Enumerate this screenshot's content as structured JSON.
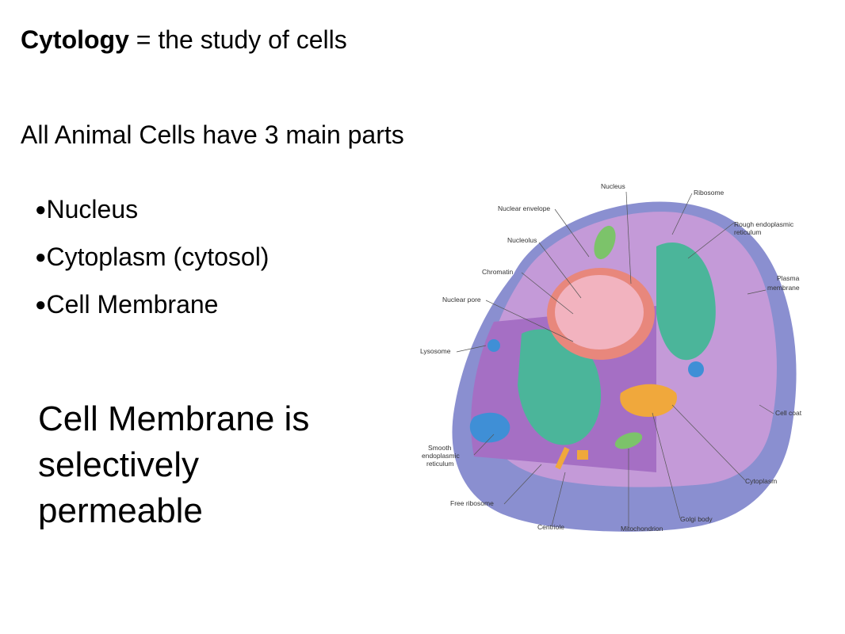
{
  "heading": {
    "term": "Cytology",
    "definition": " = the study of cells"
  },
  "subheading": "All Animal Cells have 3 main parts",
  "bullet_glyph": "●",
  "parts": [
    "Nucleus",
    "Cytoplasm (cytosol)",
    "Cell Membrane"
  ],
  "statement": {
    "line1": "Cell Membrane is",
    "line2": "selectively",
    "line3": "permeable"
  },
  "diagram": {
    "labels": {
      "nucleus": "Nucleus",
      "nuclear_envelope": "Nuclear envelope",
      "nucleolus": "Nucleolus",
      "chromatin": "Chromatin",
      "nuclear_pore": "Nuclear pore",
      "lysosome": "Lysosome",
      "smooth_er_1": "Smooth",
      "smooth_er_2": "endoplasmic",
      "smooth_er_3": "reticulum",
      "free_ribosome": "Free ribosome",
      "centriole": "Centriole",
      "mitochondrion": "Mitochondrion",
      "golgi_body": "Golgi body",
      "cytoplasm": "Cytoplasm",
      "cell_coat": "Cell coat",
      "plasma_membrane_1": "Plasma",
      "plasma_membrane_2": "membrane",
      "rough_er_1": "Rough endoplasmic",
      "rough_er_2": "reticulum",
      "ribosome": "Ribosome"
    },
    "colors": {
      "outer_membrane": "#8a8fd0",
      "cytoplasm": "#c49ad8",
      "cut_face": "#a56fc4",
      "nucleus_rim": "#e8877c",
      "nucleus_core": "#f2b3bf",
      "er_green": "#4bb59a",
      "golgi": "#f0a83c",
      "smooth_er": "#3f8fd6",
      "mitochondria": "#7cc36a"
    }
  }
}
